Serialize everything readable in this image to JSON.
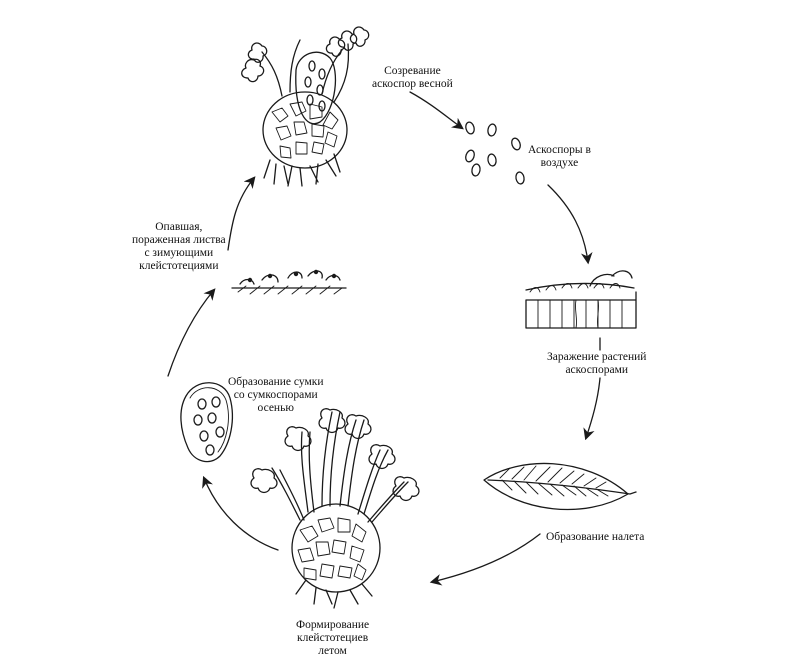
{
  "diagram": {
    "stages": [
      {
        "id": "maturation",
        "lines": [
          "Созревание",
          "аскоспор весной"
        ]
      },
      {
        "id": "airborne",
        "lines": [
          "Аскоспоры в",
          "воздухе"
        ]
      },
      {
        "id": "infection",
        "lines": [
          "Заражение растений",
          "аскоспорами"
        ]
      },
      {
        "id": "mildew",
        "lines": [
          "Образование налета"
        ]
      },
      {
        "id": "formation",
        "lines": [
          "Формирование",
          "клейстотециев",
          "летом"
        ]
      },
      {
        "id": "ascus",
        "lines": [
          "Образование сумки",
          "со сумкоспорами",
          "осенью"
        ]
      },
      {
        "id": "overwinter",
        "lines": [
          "Опавшая,",
          "пораженная листва",
          "с зимующими",
          "клейстотециями"
        ]
      }
    ]
  }
}
